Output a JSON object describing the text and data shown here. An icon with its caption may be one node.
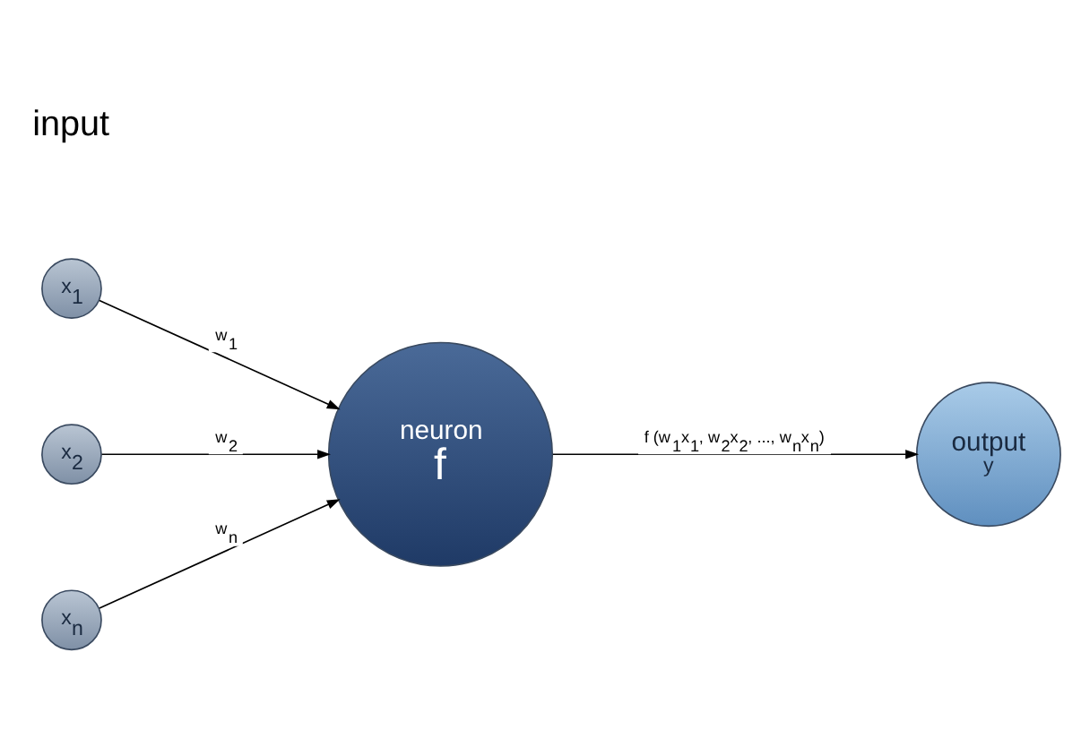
{
  "diagram": {
    "nodes": [
      {
        "text": [
          "x$_{1}$"
        ]
      },
      {
        "text": [
          "x$_{2}$"
        ]
      },
      {
        "text": [
          "x$_{n}$"
        ]
      },
      {
        "text": [
          "neuron",
          "f"
        ]
      },
      {
        "text": [
          "output",
          "y"
        ]
      }
    ],
    "edges": [
      {
        "from": 0,
        "to": 3,
        "arrow": "to",
        "label": "w$_{1}$"
      },
      {
        "from": 1,
        "to": 3,
        "arrow": "to",
        "label": "w$_{2}$"
      },
      {
        "from": 2,
        "to": 3,
        "arrow": "to",
        "label": "w$_{n}$"
      },
      {
        "from": 3,
        "to": 4,
        "arrow": "to",
        "label": "f (w$_{1}$x$_{1}$, w$_{2}$x$_{2}$, ..., w$_{n}$x$_{n}$)"
      }
    ],
    "labels": [
      "input"
    ]
  }
}
